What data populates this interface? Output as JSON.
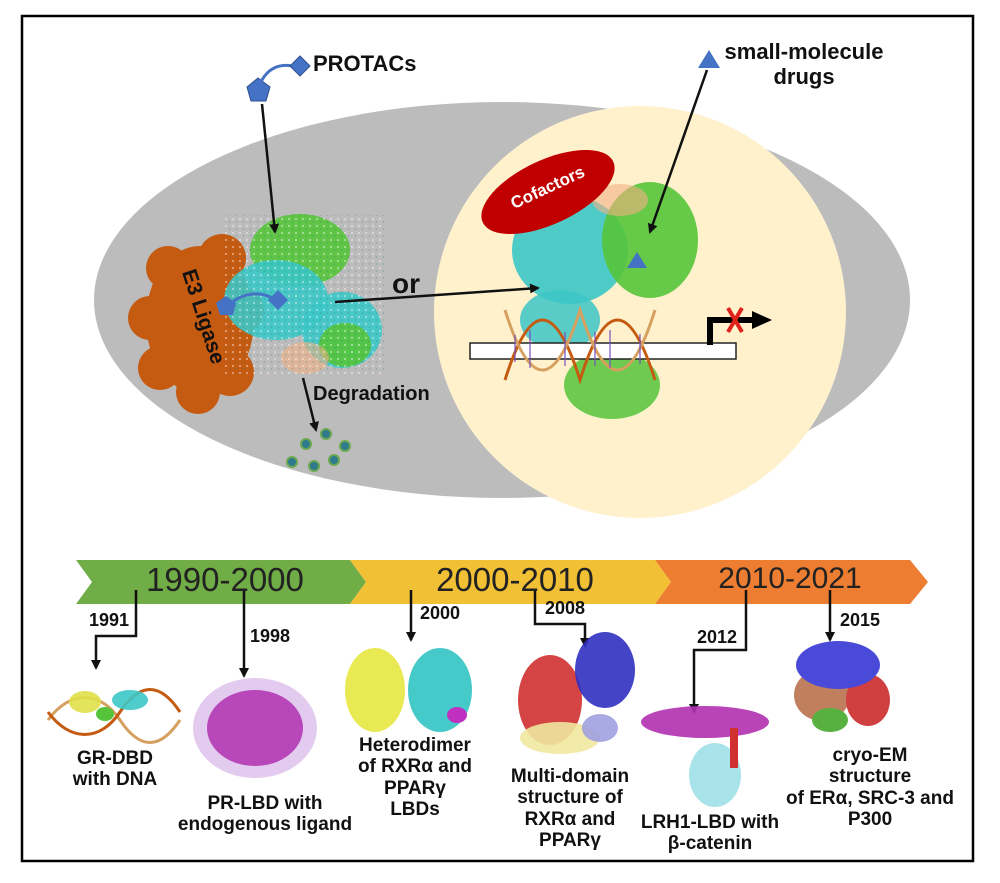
{
  "labels": {
    "protacs": "PROTACs",
    "small_molecule": "small-molecule\ndrugs",
    "cofactors": "Cofactors",
    "e3_ligase": "E3 Ligase",
    "or": "or",
    "degradation": "Degradation"
  },
  "timeline": {
    "eras": [
      {
        "label": "1990-2000",
        "color": "#70ad47"
      },
      {
        "label": "2000-2010",
        "color": "#f2c034"
      },
      {
        "label": "2010-2021",
        "color": "#ed7d31"
      }
    ],
    "events": [
      {
        "year": "1991",
        "caption": "GR-DBD\nwith DNA"
      },
      {
        "year": "1998",
        "caption": "PR-LBD with\nendogenous ligand"
      },
      {
        "year": "2000",
        "caption": "Heterodimer\nof RXRα and\nPPARγ\nLBDs"
      },
      {
        "year": "2008",
        "caption": "Multi-domain\nstructure of\nRXRα and\nPPARγ"
      },
      {
        "year": "2012",
        "caption": "LRH1-LBD with\nβ-catenin"
      },
      {
        "year": "2015",
        "caption": "cryo-EM\nstructure\nof ERα, SRC-3 and\nP300"
      }
    ]
  },
  "colors": {
    "cell": "#bcbcbc",
    "nucleus": "#fff1cc",
    "e3_ligase": "#c55a11",
    "cofactors": "#c00000",
    "drug_marker": "#4472c4",
    "protein_cyan": "#3cc6c6",
    "protein_green": "#55c43a"
  }
}
